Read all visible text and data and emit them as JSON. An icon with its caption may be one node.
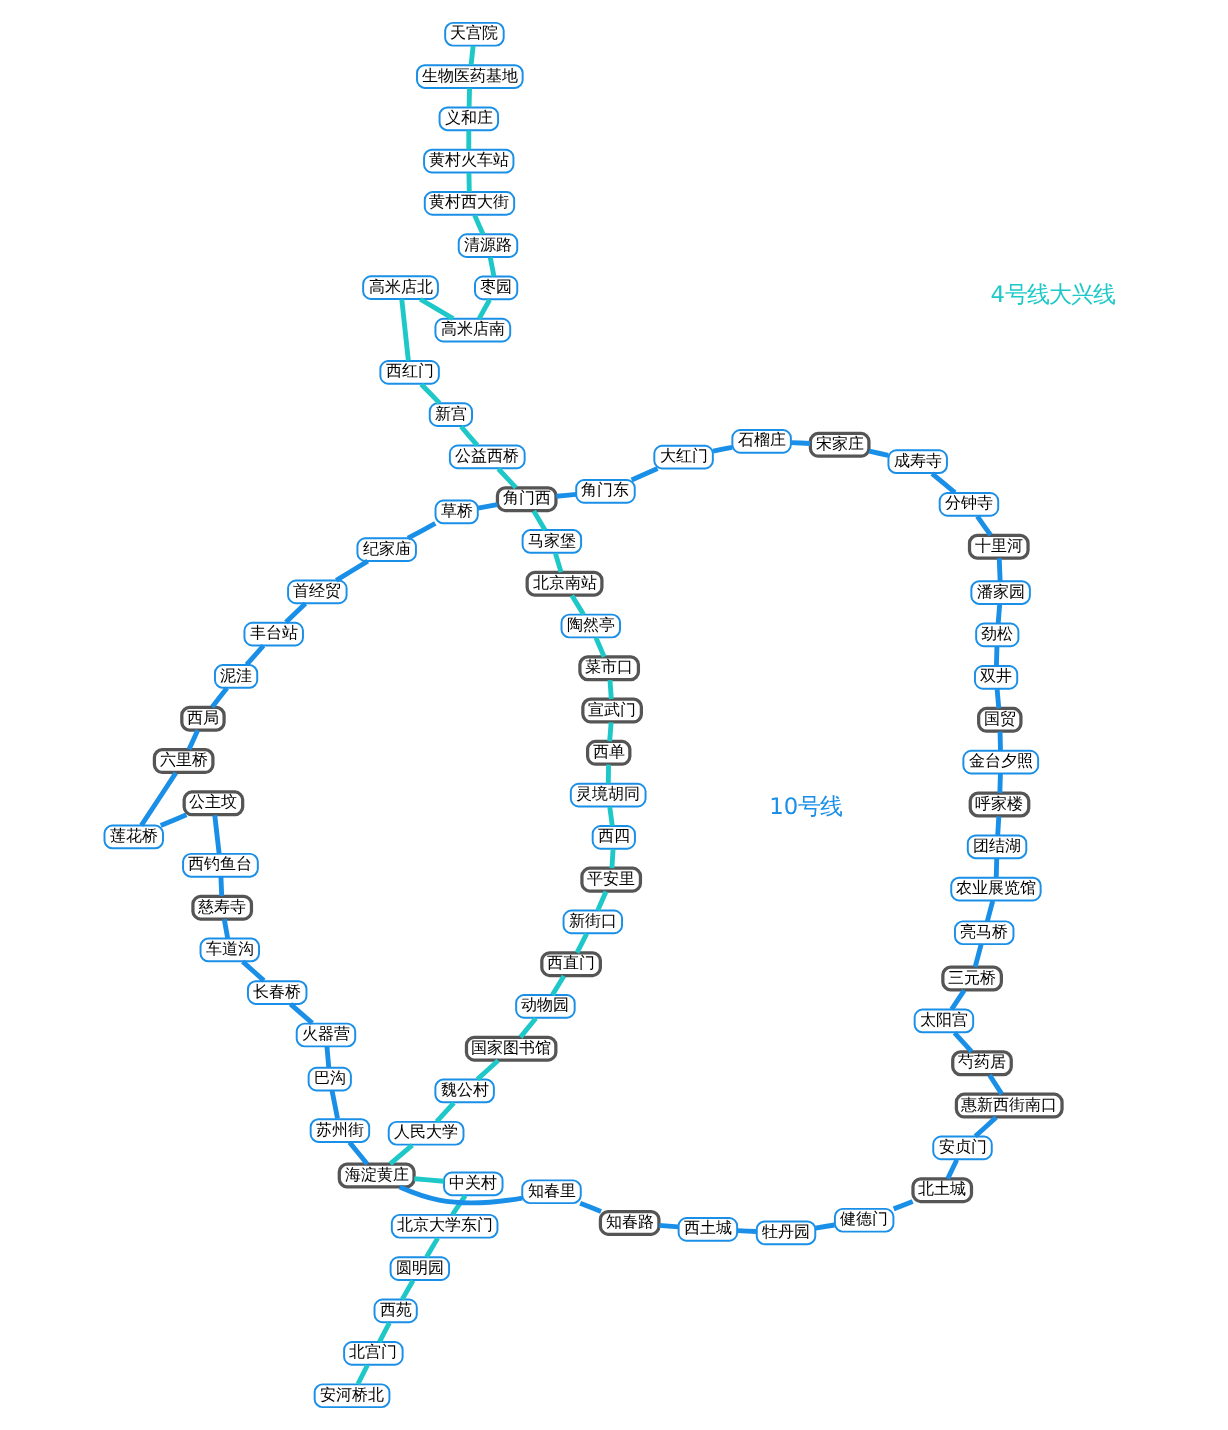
{
  "diagram": {
    "nodes": [
      {
        "text": [
          "安河桥北"
        ]
      },
      {
        "text": [
          "北宫门"
        ]
      },
      {
        "text": [
          "西苑"
        ]
      },
      {
        "text": [
          "圆明园"
        ]
      },
      {
        "text": [
          "北京大学东门"
        ]
      },
      {
        "text": [
          "中关村"
        ]
      },
      {
        "text": [
          "海淀黄庄"
        ]
      },
      {
        "text": [
          "人民大学"
        ]
      },
      {
        "text": [
          "魏公村"
        ]
      },
      {
        "text": [
          "国家图书馆"
        ]
      },
      {
        "text": [
          "动物园"
        ]
      },
      {
        "text": [
          "西直门"
        ]
      },
      {
        "text": [
          "新街口"
        ]
      },
      {
        "text": [
          "平安里"
        ]
      },
      {
        "text": [
          "西四"
        ]
      },
      {
        "text": [
          "灵境胡同"
        ]
      },
      {
        "text": [
          "西单"
        ]
      },
      {
        "text": [
          "宣武门"
        ]
      },
      {
        "text": [
          "菜市口"
        ]
      },
      {
        "text": [
          "陶然亭"
        ]
      },
      {
        "text": [
          "北京南站"
        ]
      },
      {
        "text": [
          "马家堡"
        ]
      },
      {
        "text": [
          "角门西"
        ]
      },
      {
        "text": [
          "公益西桥"
        ]
      },
      {
        "text": [
          "新宫"
        ]
      },
      {
        "text": [
          "西红门"
        ]
      },
      {
        "text": [
          "高米店北"
        ]
      },
      {
        "text": [
          "高米店南"
        ]
      },
      {
        "text": [
          "枣园"
        ]
      },
      {
        "text": [
          "清源路"
        ]
      },
      {
        "text": [
          "黄村西大街"
        ]
      },
      {
        "text": [
          "黄村火车站"
        ]
      },
      {
        "text": [
          "义和庄"
        ]
      },
      {
        "text": [
          "生物医药基地"
        ]
      },
      {
        "text": [
          "天宫院"
        ]
      },
      {
        "text": [
          "知春里"
        ]
      },
      {
        "text": [
          "知春路"
        ]
      },
      {
        "text": [
          "西土城"
        ]
      },
      {
        "text": [
          "牡丹园"
        ]
      },
      {
        "text": [
          "健德门"
        ]
      },
      {
        "text": [
          "北土城"
        ]
      },
      {
        "text": [
          "安贞门"
        ]
      },
      {
        "text": [
          "惠新西街南口"
        ]
      },
      {
        "text": [
          "芍药居"
        ]
      },
      {
        "text": [
          "太阳宫"
        ]
      },
      {
        "text": [
          "三元桥"
        ]
      },
      {
        "text": [
          "亮马桥"
        ]
      },
      {
        "text": [
          "农业展览馆"
        ]
      },
      {
        "text": [
          "团结湖"
        ]
      },
      {
        "text": [
          "呼家楼"
        ]
      },
      {
        "text": [
          "金台夕照"
        ]
      },
      {
        "text": [
          "国贸"
        ]
      },
      {
        "text": [
          "双井"
        ]
      },
      {
        "text": [
          "劲松"
        ]
      },
      {
        "text": [
          "潘家园"
        ]
      },
      {
        "text": [
          "十里河"
        ]
      },
      {
        "text": [
          "分钟寺"
        ]
      },
      {
        "text": [
          "成寿寺"
        ]
      },
      {
        "text": [
          "宋家庄"
        ]
      },
      {
        "text": [
          "石榴庄"
        ]
      },
      {
        "text": [
          "大红门"
        ]
      },
      {
        "text": [
          "角门东"
        ]
      },
      {
        "text": [
          "草桥"
        ]
      },
      {
        "text": [
          "纪家庙"
        ]
      },
      {
        "text": [
          "首经贸"
        ]
      },
      {
        "text": [
          "丰台站"
        ]
      },
      {
        "text": [
          "泥洼"
        ]
      },
      {
        "text": [
          "西局"
        ]
      },
      {
        "text": [
          "六里桥"
        ]
      },
      {
        "text": [
          "莲花桥"
        ]
      },
      {
        "text": [
          "公主坟"
        ]
      },
      {
        "text": [
          "西钓鱼台"
        ]
      },
      {
        "text": [
          "慈寿寺"
        ]
      },
      {
        "text": [
          "车道沟"
        ]
      },
      {
        "text": [
          "长春桥"
        ]
      },
      {
        "text": [
          "火器营"
        ]
      },
      {
        "text": [
          "巴沟"
        ]
      },
      {
        "text": [
          "苏州街"
        ]
      }
    ],
    "edges": [
      {
        "from": 0,
        "to": 1,
        "arrow": "none",
        "color": "#1fc8c8"
      },
      {
        "from": 1,
        "to": 2,
        "arrow": "none",
        "color": "#1fc8c8"
      },
      {
        "from": 2,
        "to": 3,
        "arrow": "none",
        "color": "#1fc8c8"
      },
      {
        "from": 3,
        "to": 4,
        "arrow": "none",
        "color": "#1fc8c8"
      },
      {
        "from": 4,
        "to": 5,
        "arrow": "none",
        "color": "#1fc8c8"
      },
      {
        "from": 5,
        "to": 6,
        "arrow": "none",
        "color": "#1fc8c8"
      },
      {
        "from": 6,
        "to": 7,
        "arrow": "none",
        "color": "#1fc8c8"
      },
      {
        "from": 7,
        "to": 8,
        "arrow": "none",
        "color": "#1fc8c8"
      },
      {
        "from": 8,
        "to": 9,
        "arrow": "none",
        "color": "#1fc8c8"
      },
      {
        "from": 9,
        "to": 10,
        "arrow": "none",
        "color": "#1fc8c8"
      },
      {
        "from": 10,
        "to": 11,
        "arrow": "none",
        "color": "#1fc8c8"
      },
      {
        "from": 11,
        "to": 12,
        "arrow": "none",
        "color": "#1fc8c8"
      },
      {
        "from": 12,
        "to": 13,
        "arrow": "none",
        "color": "#1fc8c8"
      },
      {
        "from": 13,
        "to": 14,
        "arrow": "none",
        "color": "#1fc8c8"
      },
      {
        "from": 14,
        "to": 15,
        "arrow": "none",
        "color": "#1fc8c8"
      },
      {
        "from": 15,
        "to": 16,
        "arrow": "none",
        "color": "#1fc8c8"
      },
      {
        "from": 16,
        "to": 17,
        "arrow": "none",
        "color": "#1fc8c8"
      },
      {
        "from": 17,
        "to": 18,
        "arrow": "none",
        "color": "#1fc8c8"
      },
      {
        "from": 18,
        "to": 19,
        "arrow": "none",
        "color": "#1fc8c8"
      },
      {
        "from": 19,
        "to": 20,
        "arrow": "none",
        "color": "#1fc8c8"
      },
      {
        "from": 20,
        "to": 21,
        "arrow": "none",
        "color": "#1fc8c8"
      },
      {
        "from": 21,
        "to": 22,
        "arrow": "none",
        "color": "#1fc8c8"
      },
      {
        "from": 22,
        "to": 23,
        "arrow": "none",
        "color": "#1fc8c8"
      },
      {
        "from": 23,
        "to": 24,
        "arrow": "none",
        "color": "#1fc8c8"
      },
      {
        "from": 24,
        "to": 25,
        "arrow": "none",
        "color": "#1fc8c8"
      },
      {
        "from": 25,
        "to": 26,
        "arrow": "none",
        "color": "#1fc8c8"
      },
      {
        "from": 26,
        "to": 27,
        "arrow": "none",
        "color": "#1fc8c8"
      },
      {
        "from": 27,
        "to": 28,
        "arrow": "none",
        "color": "#1fc8c8"
      },
      {
        "from": 28,
        "to": 29,
        "arrow": "none",
        "color": "#1fc8c8"
      },
      {
        "from": 29,
        "to": 30,
        "arrow": "none",
        "color": "#1fc8c8"
      },
      {
        "from": 30,
        "to": 31,
        "arrow": "none",
        "color": "#1fc8c8"
      },
      {
        "from": 31,
        "to": 32,
        "arrow": "none",
        "color": "#1fc8c8"
      },
      {
        "from": 32,
        "to": 33,
        "arrow": "none",
        "color": "#1fc8c8"
      },
      {
        "from": 33,
        "to": 34,
        "arrow": "none",
        "color": "#1fc8c8"
      },
      {
        "from": 6,
        "to": 35,
        "arrow": "none"
      },
      {
        "from": 35,
        "to": 36,
        "arrow": "none"
      },
      {
        "from": 36,
        "to": 37,
        "arrow": "none"
      },
      {
        "from": 37,
        "to": 38,
        "arrow": "none"
      },
      {
        "from": 38,
        "to": 39,
        "arrow": "none"
      },
      {
        "from": 39,
        "to": 40,
        "arrow": "none"
      },
      {
        "from": 40,
        "to": 41,
        "arrow": "none"
      },
      {
        "from": 41,
        "to": 42,
        "arrow": "none"
      },
      {
        "from": 42,
        "to": 43,
        "arrow": "none"
      },
      {
        "from": 43,
        "to": 44,
        "arrow": "none"
      },
      {
        "from": 44,
        "to": 45,
        "arrow": "none"
      },
      {
        "from": 45,
        "to": 46,
        "arrow": "none"
      },
      {
        "from": 46,
        "to": 47,
        "arrow": "none"
      },
      {
        "from": 47,
        "to": 48,
        "arrow": "none"
      },
      {
        "from": 48,
        "to": 49,
        "arrow": "none"
      },
      {
        "from": 49,
        "to": 50,
        "arrow": "none"
      },
      {
        "from": 50,
        "to": 51,
        "arrow": "none"
      },
      {
        "from": 51,
        "to": 52,
        "arrow": "none"
      },
      {
        "from": 52,
        "to": 53,
        "arrow": "none"
      },
      {
        "from": 53,
        "to": 54,
        "arrow": "none"
      },
      {
        "from": 54,
        "to": 55,
        "arrow": "none"
      },
      {
        "from": 55,
        "to": 56,
        "arrow": "none"
      },
      {
        "from": 56,
        "to": 57,
        "arrow": "none"
      },
      {
        "from": 57,
        "to": 58,
        "arrow": "none"
      },
      {
        "from": 58,
        "to": 59,
        "arrow": "none"
      },
      {
        "from": 59,
        "to": 60,
        "arrow": "none"
      },
      {
        "from": 60,
        "to": 61,
        "arrow": "none"
      },
      {
        "from": 61,
        "to": 22,
        "arrow": "none"
      },
      {
        "from": 22,
        "to": 62,
        "arrow": "none"
      },
      {
        "from": 62,
        "to": 63,
        "arrow": "none"
      },
      {
        "from": 63,
        "to": 64,
        "arrow": "none"
      },
      {
        "from": 64,
        "to": 65,
        "arrow": "none"
      },
      {
        "from": 65,
        "to": 66,
        "arrow": "none"
      },
      {
        "from": 66,
        "to": 67,
        "arrow": "none"
      },
      {
        "from": 67,
        "to": 68,
        "arrow": "none"
      },
      {
        "from": 68,
        "to": 69,
        "arrow": "none"
      },
      {
        "from": 69,
        "to": 70,
        "arrow": "none"
      },
      {
        "from": 70,
        "to": 71,
        "arrow": "none"
      },
      {
        "from": 71,
        "to": 72,
        "arrow": "none"
      },
      {
        "from": 72,
        "to": 73,
        "arrow": "none"
      },
      {
        "from": 73,
        "to": 74,
        "arrow": "none"
      },
      {
        "from": 74,
        "to": 75,
        "arrow": "none"
      },
      {
        "from": 75,
        "to": 76,
        "arrow": "none"
      },
      {
        "from": 76,
        "to": 77,
        "arrow": "none"
      },
      {
        "from": 77,
        "to": 6,
        "arrow": "none"
      }
    ],
    "labels": [
      "4号线大兴线",
      "10号线"
    ]
  }
}
